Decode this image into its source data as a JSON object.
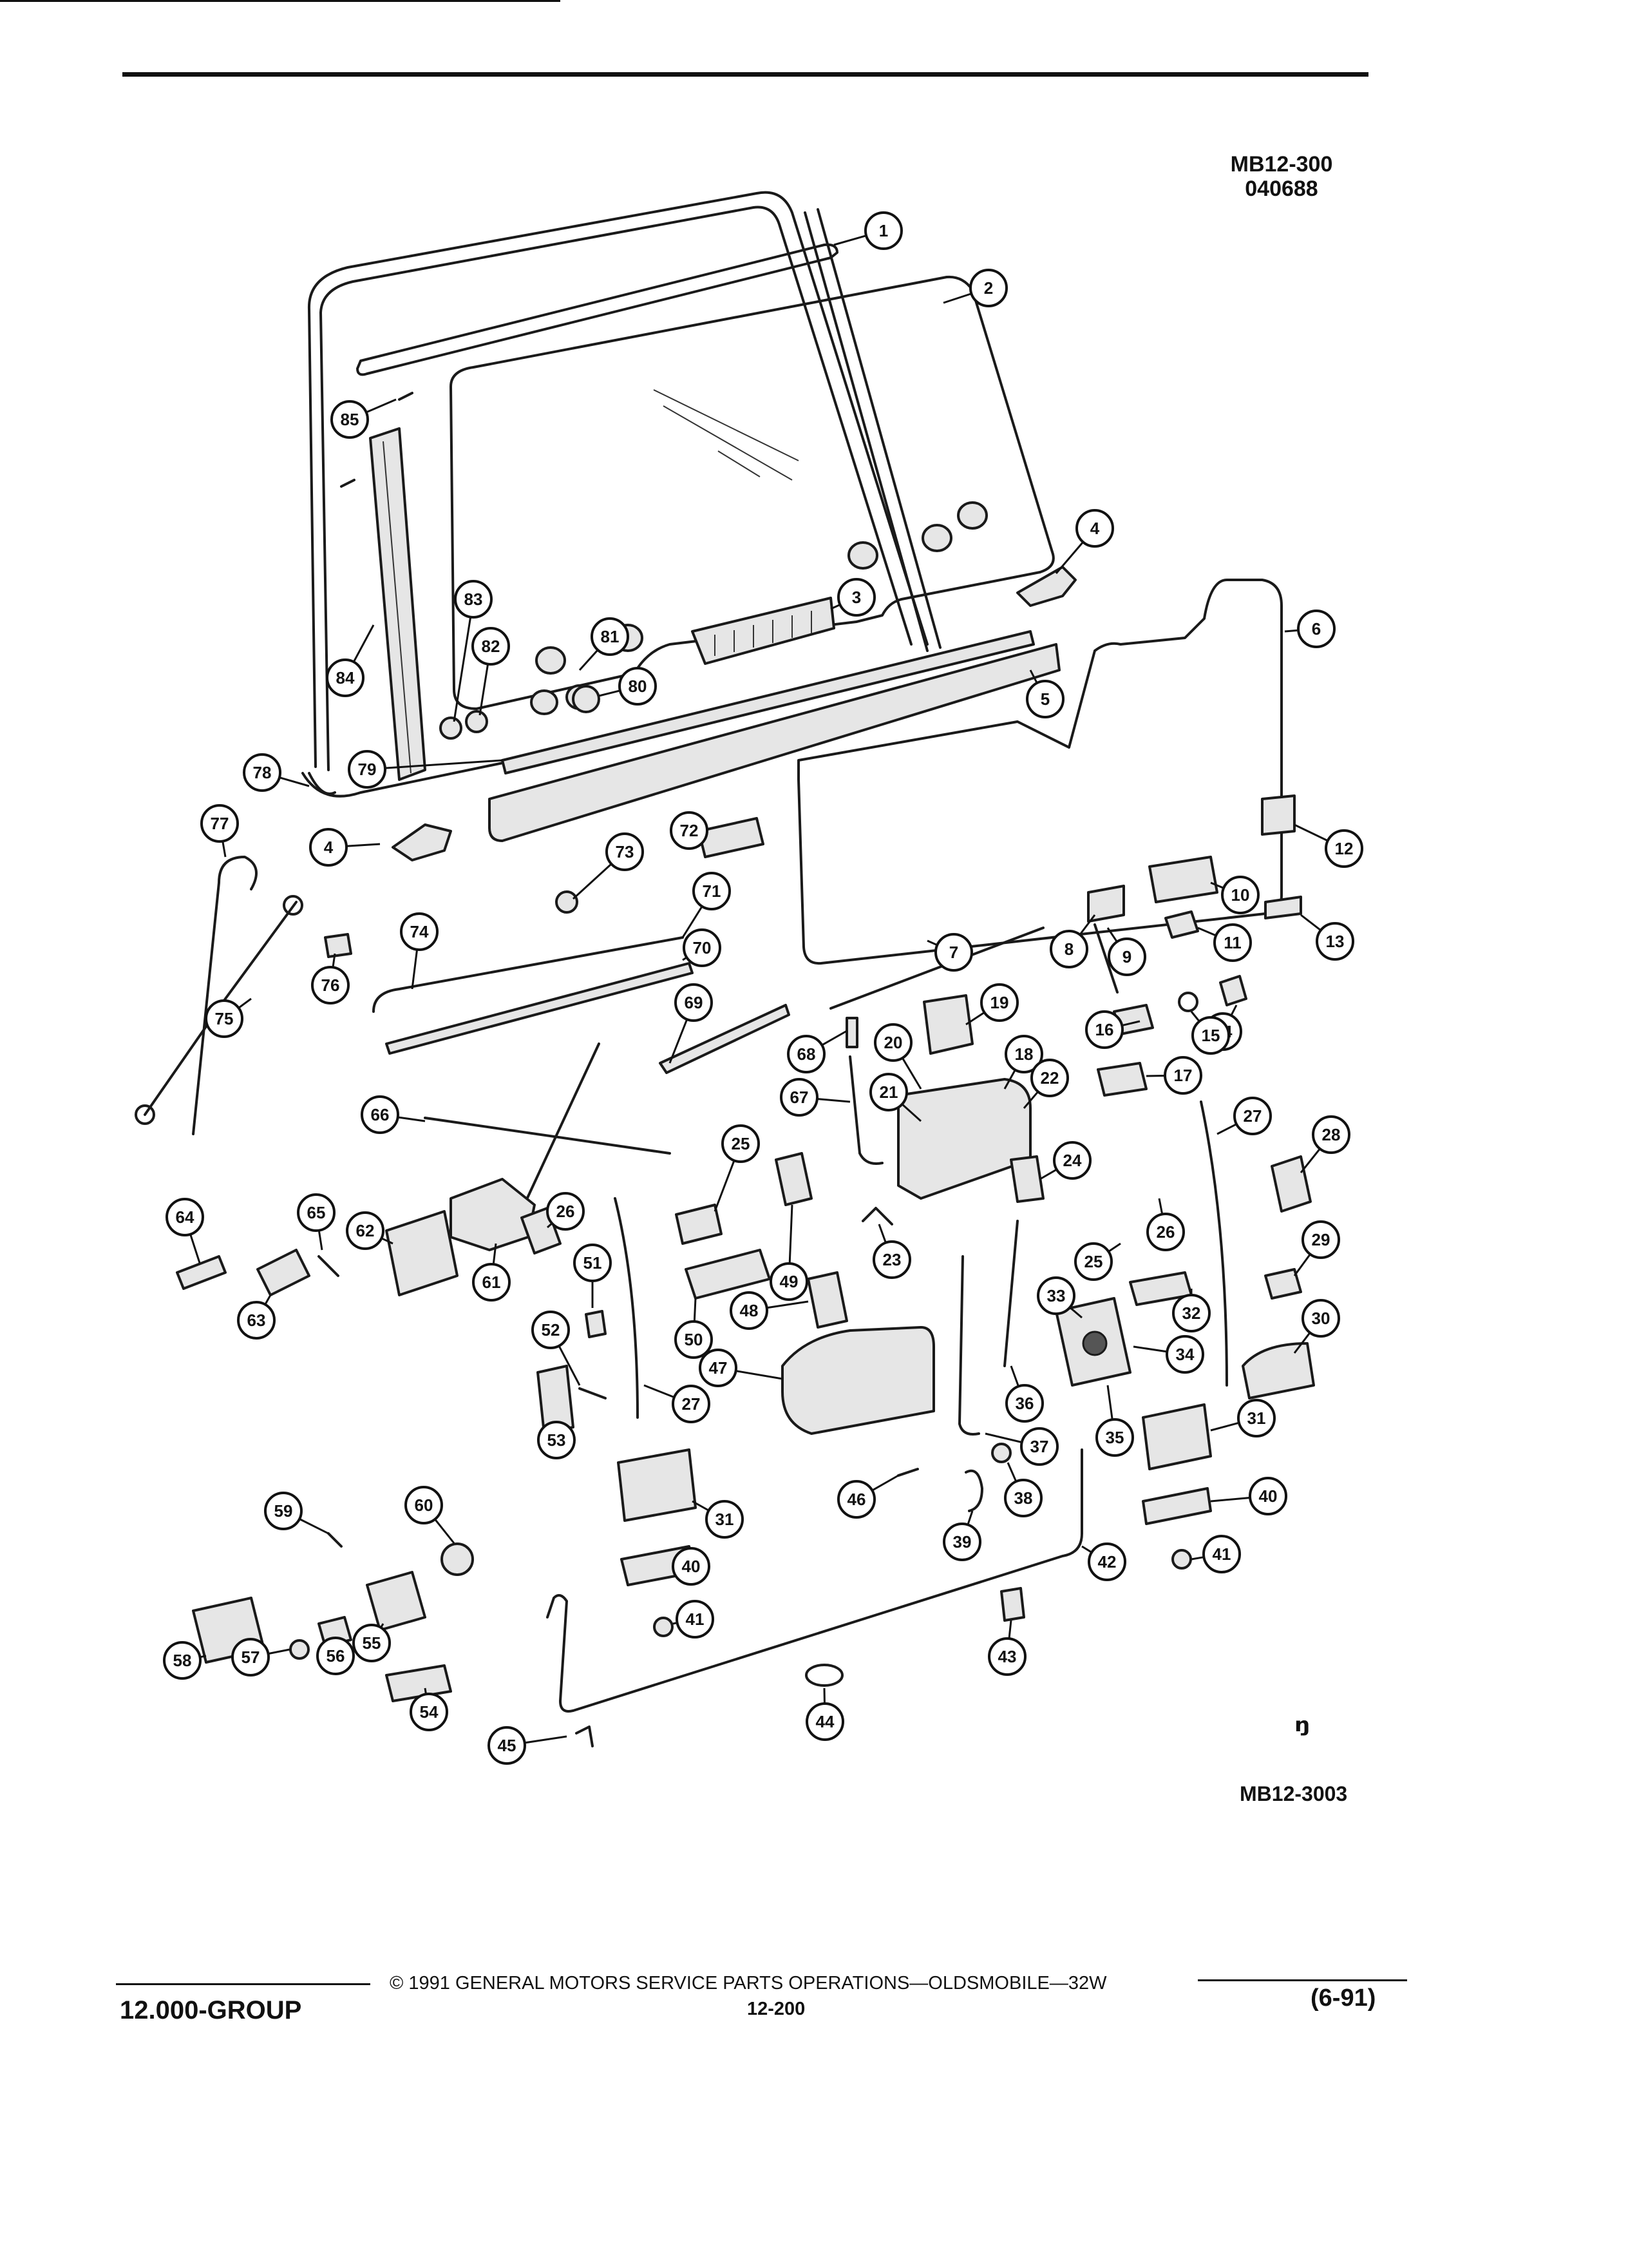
{
  "header": {
    "code_line1": "MB12-300",
    "code_line2": "040688"
  },
  "diagram": {
    "figure_code": "MB12-3003",
    "logo_glyph": "ᵑ",
    "callouts": [
      {
        "n": "1"
      },
      {
        "n": "2"
      },
      {
        "n": "3"
      },
      {
        "n": "4"
      },
      {
        "n": "4"
      },
      {
        "n": "5"
      },
      {
        "n": "6"
      },
      {
        "n": "7"
      },
      {
        "n": "8"
      },
      {
        "n": "9"
      },
      {
        "n": "10"
      },
      {
        "n": "11"
      },
      {
        "n": "12"
      },
      {
        "n": "13"
      },
      {
        "n": "14"
      },
      {
        "n": "15"
      },
      {
        "n": "16"
      },
      {
        "n": "17"
      },
      {
        "n": "18"
      },
      {
        "n": "19"
      },
      {
        "n": "20"
      },
      {
        "n": "21"
      },
      {
        "n": "22"
      },
      {
        "n": "23"
      },
      {
        "n": "24"
      },
      {
        "n": "25"
      },
      {
        "n": "25"
      },
      {
        "n": "26"
      },
      {
        "n": "26"
      },
      {
        "n": "27"
      },
      {
        "n": "27"
      },
      {
        "n": "28"
      },
      {
        "n": "29"
      },
      {
        "n": "30"
      },
      {
        "n": "31"
      },
      {
        "n": "31"
      },
      {
        "n": "32"
      },
      {
        "n": "33"
      },
      {
        "n": "34"
      },
      {
        "n": "35"
      },
      {
        "n": "36"
      },
      {
        "n": "37"
      },
      {
        "n": "38"
      },
      {
        "n": "39"
      },
      {
        "n": "40"
      },
      {
        "n": "40"
      },
      {
        "n": "41"
      },
      {
        "n": "41"
      },
      {
        "n": "42"
      },
      {
        "n": "43"
      },
      {
        "n": "44"
      },
      {
        "n": "45"
      },
      {
        "n": "46"
      },
      {
        "n": "47"
      },
      {
        "n": "48"
      },
      {
        "n": "49"
      },
      {
        "n": "50"
      },
      {
        "n": "51"
      },
      {
        "n": "52"
      },
      {
        "n": "53"
      },
      {
        "n": "54"
      },
      {
        "n": "55"
      },
      {
        "n": "56"
      },
      {
        "n": "57"
      },
      {
        "n": "58"
      },
      {
        "n": "59"
      },
      {
        "n": "60"
      },
      {
        "n": "61"
      },
      {
        "n": "62"
      },
      {
        "n": "63"
      },
      {
        "n": "64"
      },
      {
        "n": "65"
      },
      {
        "n": "66"
      },
      {
        "n": "67"
      },
      {
        "n": "68"
      },
      {
        "n": "69"
      },
      {
        "n": "70"
      },
      {
        "n": "71"
      },
      {
        "n": "72"
      },
      {
        "n": "73"
      },
      {
        "n": "74"
      },
      {
        "n": "75"
      },
      {
        "n": "76"
      },
      {
        "n": "77"
      },
      {
        "n": "78"
      },
      {
        "n": "79"
      },
      {
        "n": "80"
      },
      {
        "n": "81"
      },
      {
        "n": "82"
      },
      {
        "n": "83"
      },
      {
        "n": "84"
      },
      {
        "n": "85"
      }
    ]
  },
  "footer": {
    "copyright": "© 1991 GENERAL MOTORS SERVICE PARTS OPERATIONS—OLDSMOBILE—32W",
    "page_number": "12-200",
    "group": "12.000-GROUP",
    "date": "(6-91)"
  }
}
